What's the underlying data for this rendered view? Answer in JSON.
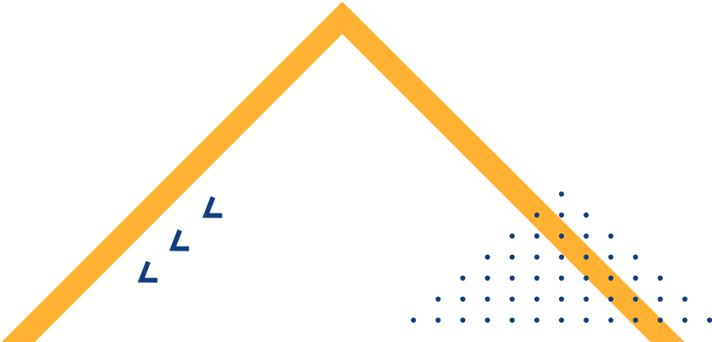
{
  "colors": {
    "background": "#ffffff",
    "roof": "#ffb232",
    "accent": "#123f7e"
  },
  "icons": {
    "roof": "roof-outline-icon",
    "chevrons": "chevron-left-icon",
    "dots": "dot-pattern"
  },
  "chevron_count": 3,
  "dot_rows": [
    1,
    3,
    5,
    7,
    9,
    11,
    13
  ]
}
